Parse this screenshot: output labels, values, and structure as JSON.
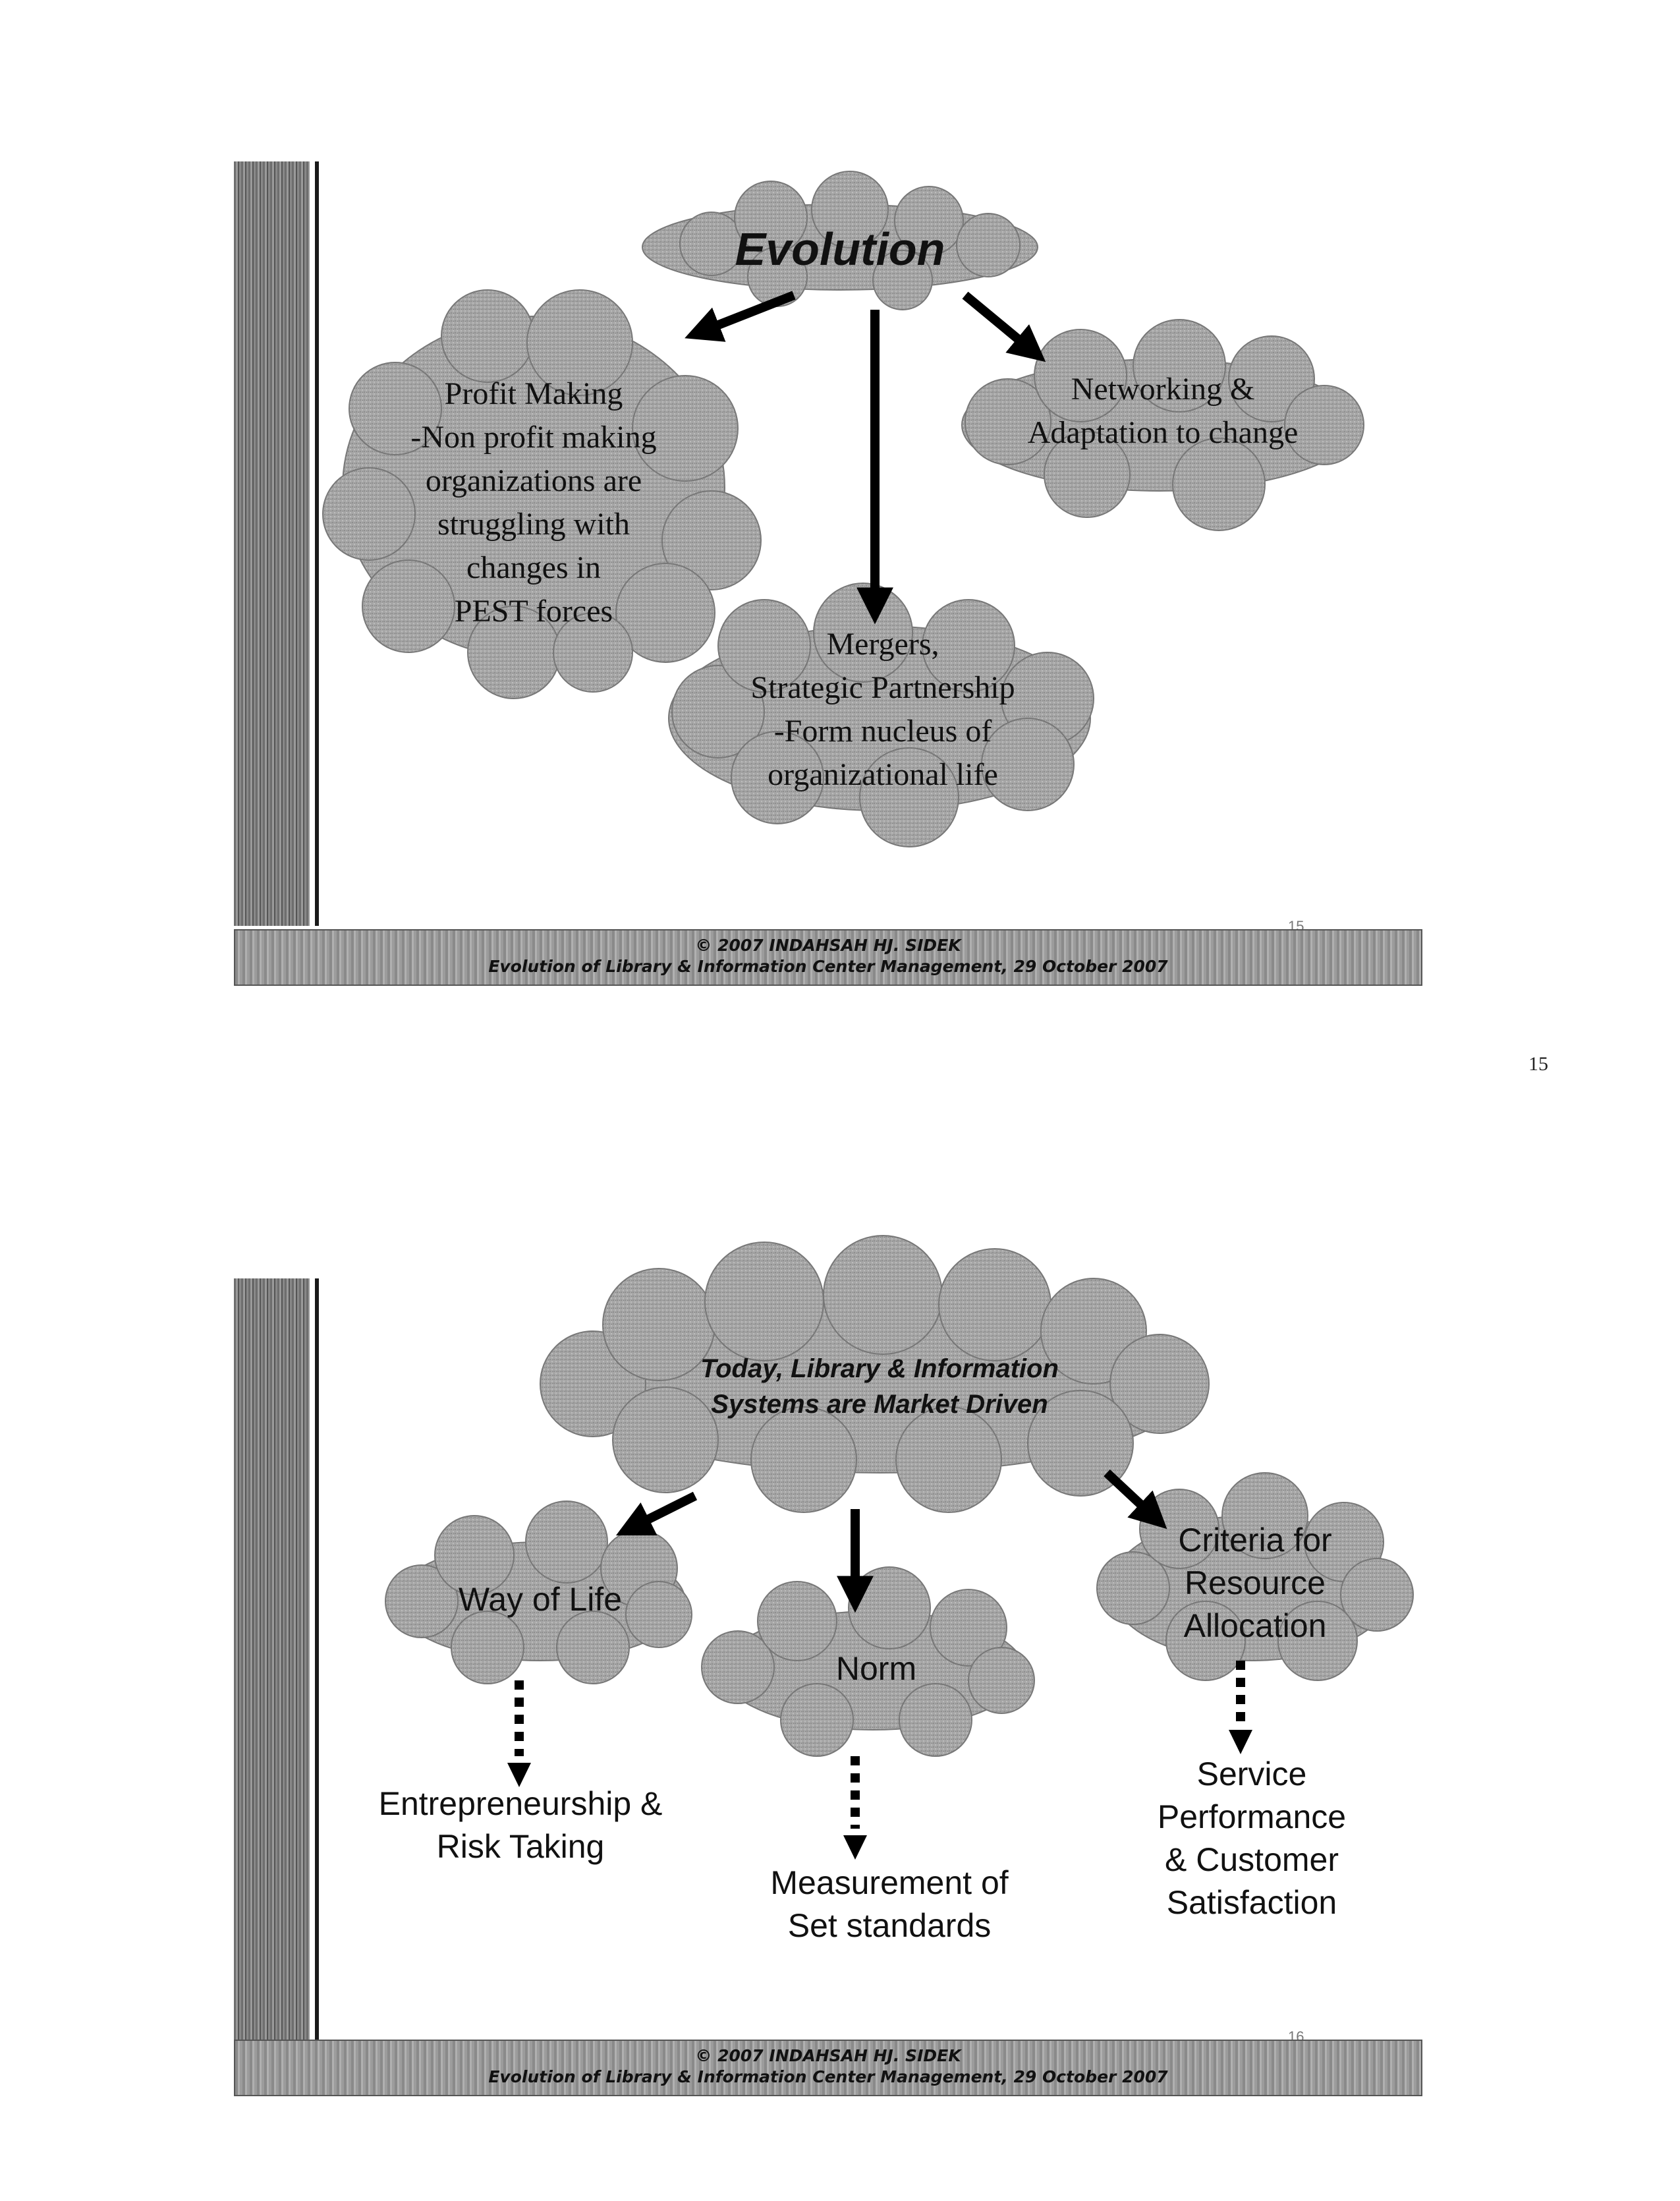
{
  "slide1": {
    "title": "Evolution",
    "left_cloud": [
      "Profit Making",
      "-Non profit making",
      "organizations are",
      "struggling with",
      "changes in",
      "PEST forces"
    ],
    "right_cloud": [
      "Networking &",
      "Adaptation to change"
    ],
    "bottom_cloud": [
      "Mergers,",
      "Strategic Partnership",
      "-Form nucleus of",
      "organizational life"
    ],
    "footer_line1": "© 2007 INDAHSAH HJ. SIDEK",
    "footer_line2": "Evolution of Library & Information Center Management, 29 October 2007",
    "slide_number_mark": "15"
  },
  "page_number": "15",
  "slide2": {
    "title_line1": "Today, Library & Information",
    "title_line2": "Systems are Market Driven",
    "cloud_left": "Way of Life",
    "cloud_middle": "Norm",
    "cloud_right": [
      "Criteria for",
      "Resource",
      "Allocation"
    ],
    "outcome_left": [
      "Entrepreneurship &",
      "Risk Taking"
    ],
    "outcome_middle": [
      "Measurement of",
      "Set standards"
    ],
    "outcome_right": [
      "Service",
      "Performance",
      "& Customer",
      "Satisfaction"
    ],
    "footer_line1": "© 2007 INDAHSAH HJ. SIDEK",
    "footer_line2": "Evolution of Library & Information Center Management, 29 October 2007",
    "slide_number_mark": "16"
  }
}
